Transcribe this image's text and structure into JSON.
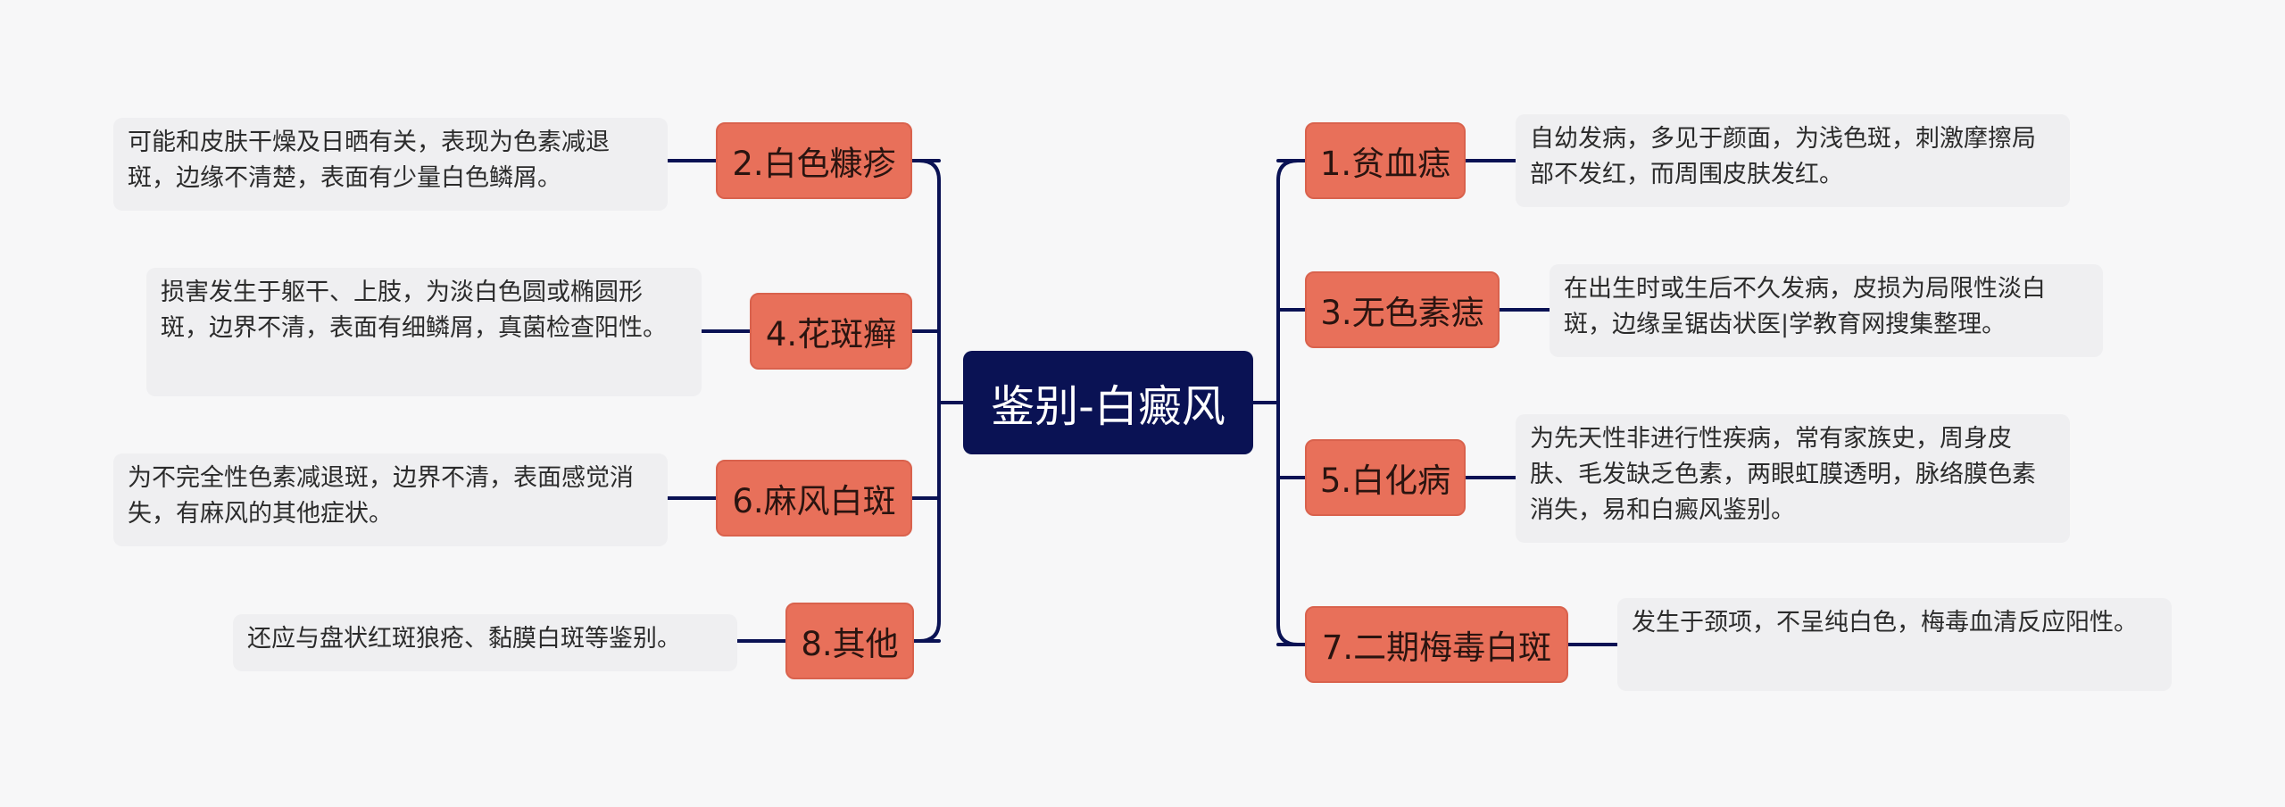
{
  "root": {
    "label": "鉴别-白癜风"
  },
  "colors": {
    "root_bg": "#0a1254",
    "branch_bg": "#e8705a",
    "leaf_bg": "#efeff1",
    "line": "#0a1254"
  },
  "branches": [
    {
      "id": "b1",
      "label": "1.贫血痣",
      "note": "自幼发病，多见于颜面，为浅色斑，刺激摩擦局部不发红，而周围皮肤发红。"
    },
    {
      "id": "b2",
      "label": "2.白色糠疹",
      "note": "可能和皮肤干燥及日晒有关，表现为色素减退斑，边缘不清楚，表面有少量白色鳞屑。"
    },
    {
      "id": "b3",
      "label": "3.无色素痣",
      "note": "在出生时或生后不久发病，皮损为局限性淡白斑，边缘呈锯齿状医|学教育网搜集整理。"
    },
    {
      "id": "b4",
      "label": "4.花斑癣",
      "note": "损害发生于躯干、上肢，为淡白色圆或椭圆形斑，边界不清，表面有细鳞屑，真菌检查阳性。"
    },
    {
      "id": "b5",
      "label": "5.白化病",
      "note": "为先天性非进行性疾病，常有家族史，周身皮肤、毛发缺乏色素，两眼虹膜透明，脉络膜色素消失，易和白癜风鉴别。"
    },
    {
      "id": "b6",
      "label": "6.麻风白斑",
      "note": "为不完全性色素减退斑，边界不清，表面感觉消失，有麻风的其他症状。"
    },
    {
      "id": "b7",
      "label": "7.二期梅毒白斑",
      "note": "发生于颈项，不呈纯白色，梅毒血清反应阳性。"
    },
    {
      "id": "b8",
      "label": "8.其他",
      "note": "还应与盘状红斑狼疮、黏膜白斑等鉴别。"
    }
  ]
}
